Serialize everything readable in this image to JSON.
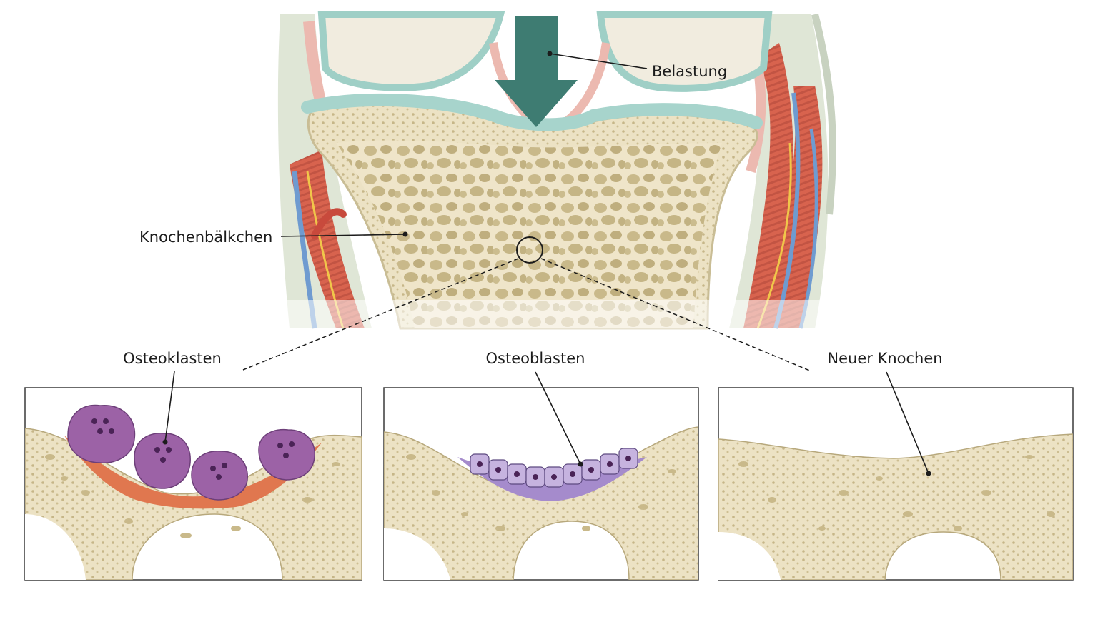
{
  "labels": {
    "load": "Belastung",
    "trabeculae": "Knochenbälkchen",
    "osteoclasts": "Osteoklasten",
    "osteoblasts": "Osteoblasten",
    "new_bone": "Neuer Knochen"
  },
  "colors": {
    "arrow": "#3e7c72",
    "bone": "#efe6cc",
    "bone_pore": "#d9cc9e",
    "cartilage": "#bfe0da",
    "muscle": "#d8634e",
    "nerve": "#f0c64a",
    "vessel": "#6f9bd0",
    "osteoclast": "#9c62a6",
    "resorption": "#e0774f",
    "osteoblast": "#c6b3df",
    "osteoid": "#a58bcc"
  }
}
